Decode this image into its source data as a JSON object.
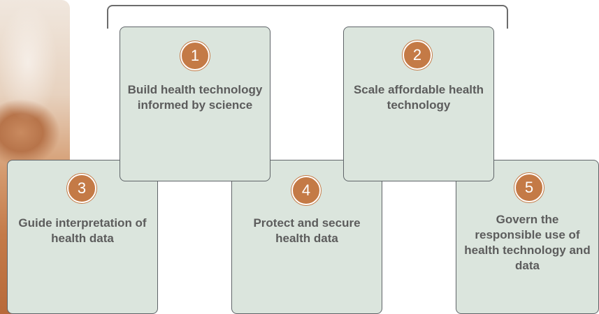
{
  "steps": [
    {
      "number": "1",
      "text": "Build health technology informed by science"
    },
    {
      "number": "2",
      "text": "Scale affordable health technology"
    },
    {
      "number": "3",
      "text": "Guide interpretation of health data"
    },
    {
      "number": "4",
      "text": "Protect and secure health data"
    },
    {
      "number": "5",
      "text": "Govern the responsible use of health technology and data"
    }
  ],
  "colors": {
    "card_fill": "#dbe5dd",
    "card_border": "#5f6468",
    "badge": "#c47a46",
    "text": "#5c5c5c"
  }
}
